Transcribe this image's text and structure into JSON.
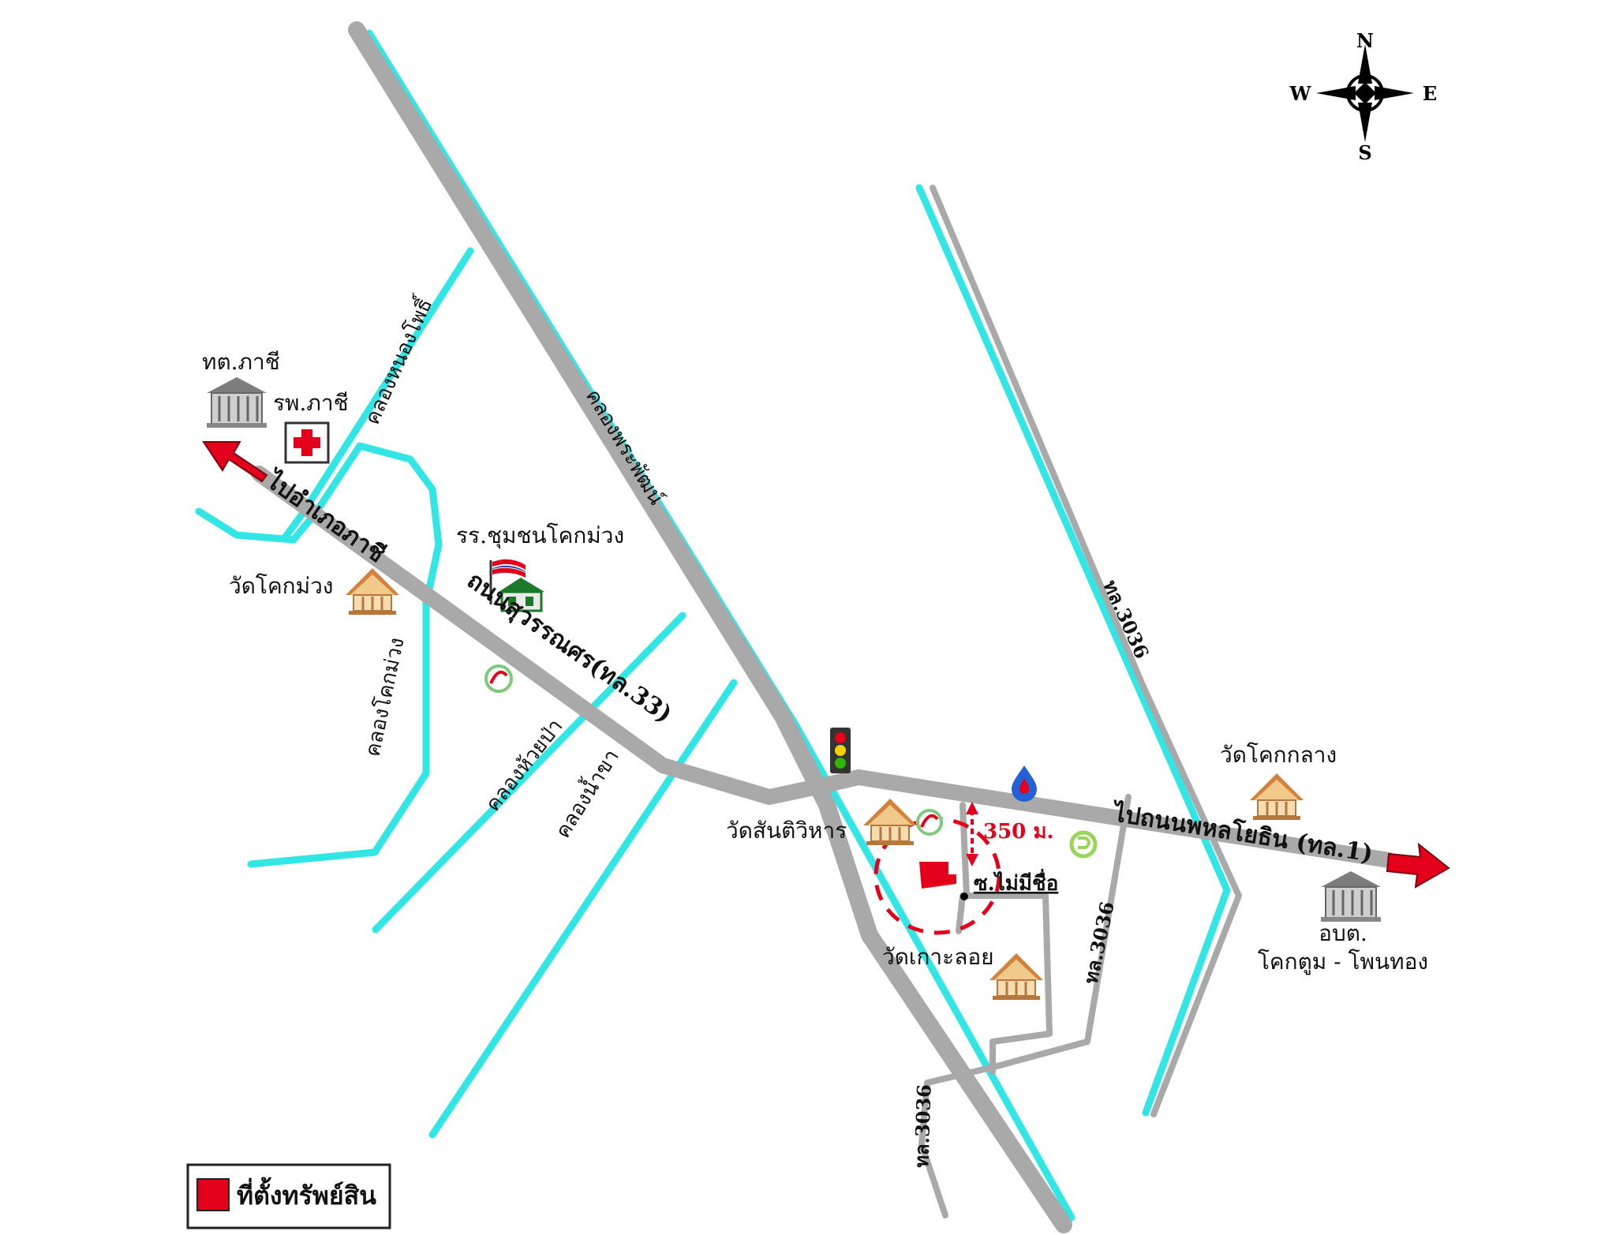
{
  "compass": {
    "north": "N",
    "south": "S",
    "east": "E",
    "west": "W"
  },
  "places": {
    "tessaban_phachi": "ทต.ภาชี",
    "hospital_phachi": "รพ.ภาชี",
    "school": "รร.ชุมชนโคกม่วง",
    "wat_khok_muang": "วัดโคกม่วง",
    "wat_santi_wihan": "วัดสันติวิหาร",
    "wat_ko_loi": "วัดเกาะลอย",
    "wat_khok_klang": "วัดโคกกลาง",
    "obt_line1": "อบต.",
    "obt_line2": "โคกตูม - โพนทอง"
  },
  "roads": {
    "to_phachi": "ไปอำเภอภาชี",
    "suwannason": "ถนนสุวรรณศร(ทล.33)",
    "to_phahonyothin": "ไปถนนพหลโยธิน (ทล.1)",
    "highway_3036_a": "ทล.3036",
    "highway_3036_b": "ทล.3036",
    "highway_3036_c": "ทล.3036",
    "unnamed_soi": "ซ.ไม่มีชื่อ"
  },
  "canals": {
    "khlong_nong_pho": "คลองหนองโพธิ์",
    "khlong_phra_phat": "คลองพระพัฒน์",
    "khlong_khok_muang": "คลองโคกม่วง",
    "khlong_huai_pa": "คลองห้วยป่า",
    "khlong_nam_kha": "คลองน้ำขา"
  },
  "distance": "350 ม.",
  "legend": {
    "property_label": "ที่ตั้งทรัพย์สิน"
  },
  "colors": {
    "road": "#a9a9a9",
    "canal": "#33e6e6",
    "marker": "#e4001b",
    "arrow": "#e4001b"
  }
}
